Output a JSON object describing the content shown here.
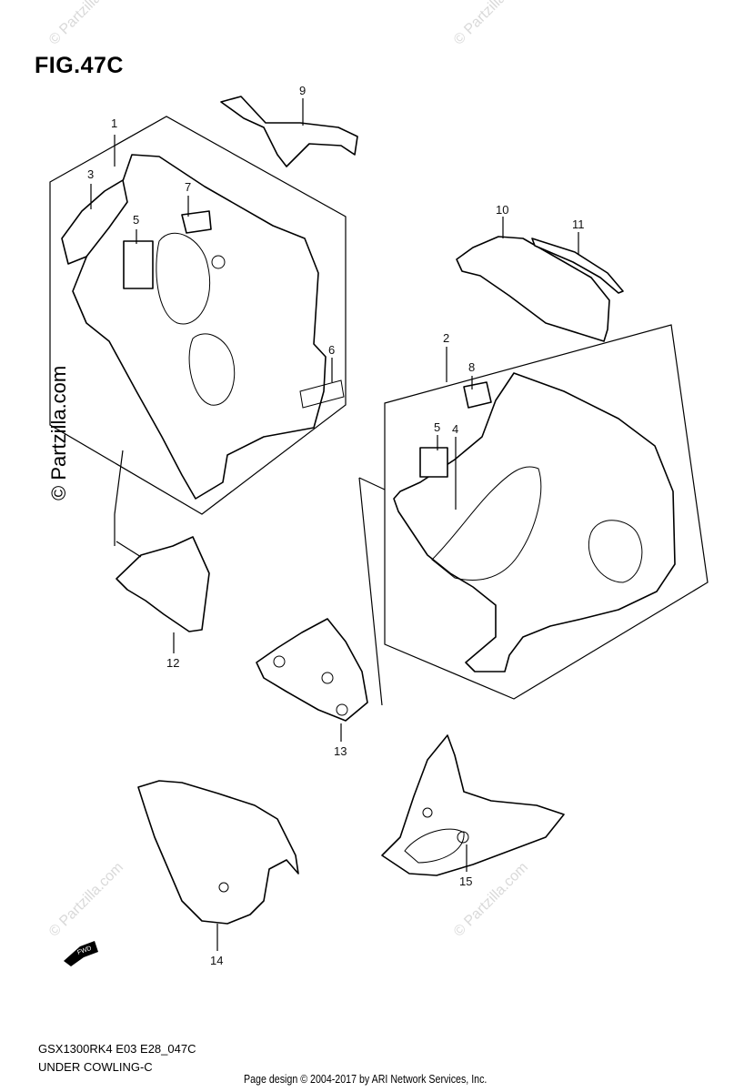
{
  "figure": {
    "title": "FIG.47C"
  },
  "callouts": {
    "c1": "1",
    "c2": "2",
    "c3": "3",
    "c4": "4",
    "c5a": "5",
    "c5b": "5",
    "c6": "6",
    "c7": "7",
    "c8": "8",
    "c9": "9",
    "c10": "10",
    "c11": "11",
    "c12": "12",
    "c13": "13",
    "c14": "14",
    "c15": "15"
  },
  "fwd_label": "FWD",
  "watermark": "© Partzilla.com",
  "model_code": "GSX1300RK4 E03 E28_047C",
  "section_name": "UNDER COWLING-C",
  "footer": "Page design © 2004-2017 by ARI Network Services, Inc."
}
